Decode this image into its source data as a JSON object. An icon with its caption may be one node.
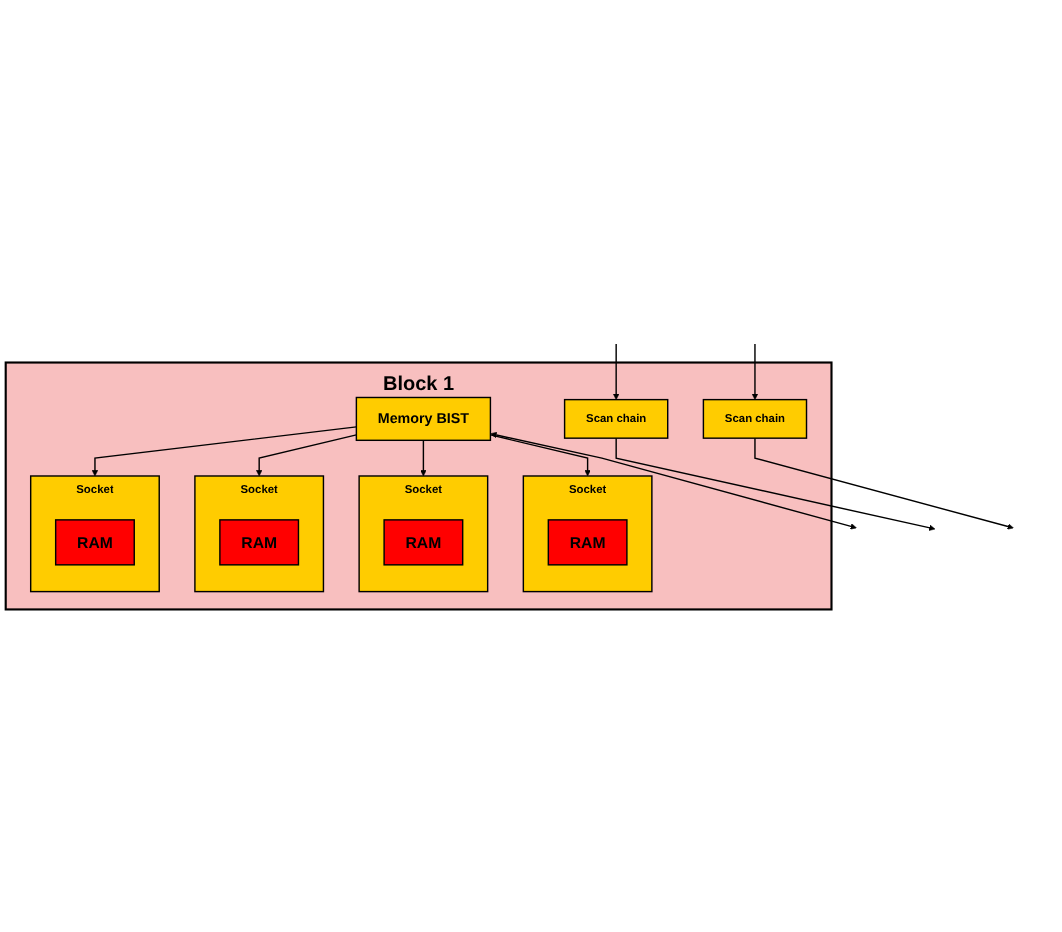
{
  "diagram": {
    "nodes": [
      {
        "text": [
          "Block 1"
        ]
      },
      {
        "text": [
          "Scan chain"
        ],
        "in": 0
      },
      {
        "text": [
          "Socket"
        ],
        "in": 0
      },
      {
        "text": [
          "RAM"
        ],
        "in": 2
      },
      {
        "text": [
          "Socket"
        ],
        "in": 0
      },
      {
        "text": [
          "RAM"
        ],
        "in": 4
      },
      {
        "text": [
          "Socket"
        ],
        "in": 0
      },
      {
        "text": [
          "RAM"
        ],
        "in": 6
      },
      {
        "text": [
          "Socket"
        ],
        "in": 0
      },
      {
        "text": [
          "RAM"
        ],
        "in": 8
      },
      {
        "text": [
          "Memory BIST"
        ],
        "in": 0
      },
      {
        "text": [
          "Scan chain"
        ],
        "in": 0
      }
    ],
    "edges": [
      {
        "from": 10,
        "to": 2,
        "arrow": "to"
      },
      {
        "from": 10,
        "to": 4,
        "arrow": "to"
      },
      {
        "from": 10,
        "to": 6,
        "arrow": "to"
      },
      {
        "from": 10,
        "to": 8,
        "arrow": "to"
      },
      {
        "from": 10,
        "to": null,
        "arrow": "both"
      },
      {
        "from": null,
        "to": 1,
        "arrow": "to"
      },
      {
        "from": 1,
        "to": null,
        "arrow": "to"
      },
      {
        "from": null,
        "to": 11,
        "arrow": "to"
      },
      {
        "from": 11,
        "to": null,
        "arrow": "to"
      }
    ]
  }
}
